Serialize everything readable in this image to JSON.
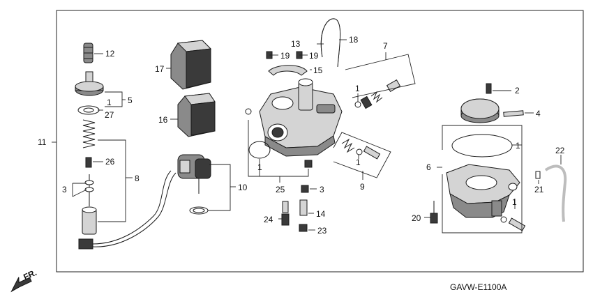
{
  "callouts": {
    "c1a": "1",
    "c1b": "1",
    "c1c": "1",
    "c1d": "1",
    "c1e": "1",
    "c1f": "1",
    "c2": "2",
    "c3a": "3",
    "c3b": "3",
    "c4": "4",
    "c5": "5",
    "c6": "6",
    "c7": "7",
    "c8": "8",
    "c9": "9",
    "c10": "10",
    "c11": "11",
    "c12": "12",
    "c13": "13",
    "c14": "14",
    "c15": "15",
    "c16": "16",
    "c17": "17",
    "c18": "18",
    "c19a": "19",
    "c19b": "19",
    "c20": "20",
    "c21": "21",
    "c22": "22",
    "c23": "23",
    "c24": "24",
    "c25": "25",
    "c26": "26",
    "c27": "27"
  },
  "direction_label": "FR.",
  "diagram_code": "GAVW-E1100A",
  "colors": {
    "line": "#1a1a1a",
    "shade": "#8a8a8a",
    "dark": "#3a3a3a"
  }
}
